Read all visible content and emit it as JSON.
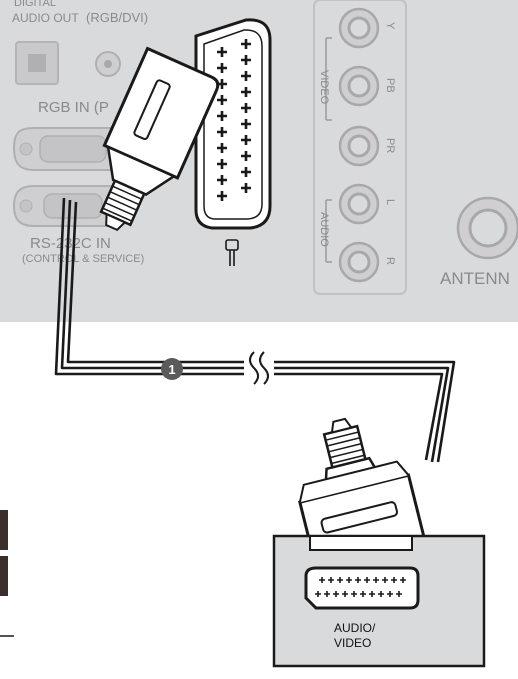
{
  "panel": {
    "digital_audio_out_line1": "DIGITAL",
    "digital_audio_out_line2": "AUDIO OUT",
    "rgb_dvi_label": "(RGB/DVI)",
    "rgb_in_label": "RGB IN (P",
    "rs232c_label_line1": "RS-232C IN",
    "rs232c_label_line2": "(CONTROL & SERVICE)",
    "video_group_label": "VIDEO",
    "audio_group_label": "AUDIO",
    "jack_y": "Y",
    "jack_pb": "PB",
    "jack_pr": "PR",
    "jack_l": "L",
    "jack_r": "R",
    "antenna_label": "ANTENN"
  },
  "cable": {
    "step_number": "1"
  },
  "external_device": {
    "port_label_line1": "AUDIO/",
    "port_label_line2": "VIDEO"
  }
}
